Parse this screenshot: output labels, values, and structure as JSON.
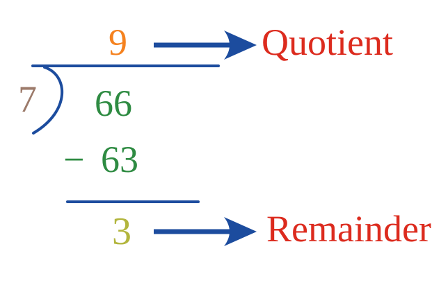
{
  "diagram": "long-division",
  "problem": {
    "divisor": "7",
    "dividend": "66",
    "quotient": "9",
    "minus": "−",
    "product": "63",
    "remainder": "3"
  },
  "labels": {
    "quotient": "Quotient",
    "remainder": "Remainder"
  },
  "icons": {
    "quotient_arrow": "arrow-right",
    "remainder_arrow": "arrow-right",
    "bracket": "division-bracket"
  },
  "colors": {
    "blue": "#1C4C9E",
    "orange": "#F5821F",
    "green": "#2E8B42",
    "brown": "#9C7A6A",
    "olive": "#B2B53D",
    "red": "#DC2B1E"
  }
}
